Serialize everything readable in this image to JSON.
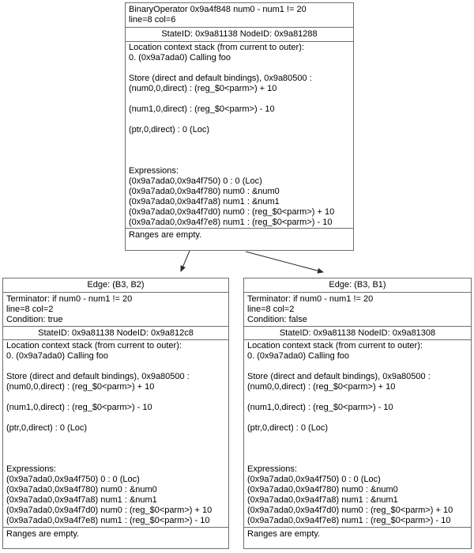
{
  "diagram": {
    "background_color": "#ffffff",
    "node_border_color": "#6f6f6f",
    "edge_color": "#2b2b2b",
    "edges": [
      {
        "name": "top-to-left-edge",
        "from": "node-binary-operator",
        "to": "edge-node-b3-b2"
      },
      {
        "name": "top-to-right-edge",
        "from": "node-binary-operator",
        "to": "edge-node-b3-b1"
      }
    ]
  },
  "nodes": {
    "top": {
      "title": "BinaryOperator 0x9a4f848 num0 - num1 != 20\nline=8 col=6",
      "state_id": "StateID: 0x9a81138 NodeID: 0x9a81288",
      "body": "Location context stack (from current to outer):\n0. (0x9a7ada0) Calling foo\n\nStore (direct and default bindings), 0x9a80500 :\n(num0,0,direct) : (reg_$0<parm>) + 10\n\n(num1,0,direct) : (reg_$0<parm>) - 10\n\n(ptr,0,direct) : 0 (Loc)\n\n\n\nExpressions:\n(0x9a7ada0,0x9a4f750) 0 : 0 (Loc)\n(0x9a7ada0,0x9a4f780) num0 : &num0\n(0x9a7ada0,0x9a4f7a8) num1 : &num1\n(0x9a7ada0,0x9a4f7d0) num0 : (reg_$0<parm>) + 10\n(0x9a7ada0,0x9a4f7e8) num1 : (reg_$0<parm>) - 10",
      "ranges": "Ranges are empty."
    },
    "left": {
      "header": "Edge: (B3, B2)",
      "terminator": "Terminator: if num0 - num1 != 20\nline=8 col=2\nCondition: true",
      "state_id": "StateID: 0x9a81138 NodeID: 0x9a812c8",
      "body": "Location context stack (from current to outer):\n0. (0x9a7ada0) Calling foo\n\nStore (direct and default bindings), 0x9a80500 :\n(num0,0,direct) : (reg_$0<parm>) + 10\n\n(num1,0,direct) : (reg_$0<parm>) - 10\n\n(ptr,0,direct) : 0 (Loc)\n\n\n\nExpressions:\n(0x9a7ada0,0x9a4f750) 0 : 0 (Loc)\n(0x9a7ada0,0x9a4f780) num0 : &num0\n(0x9a7ada0,0x9a4f7a8) num1 : &num1\n(0x9a7ada0,0x9a4f7d0) num0 : (reg_$0<parm>) + 10\n(0x9a7ada0,0x9a4f7e8) num1 : (reg_$0<parm>) - 10",
      "ranges": "Ranges are empty."
    },
    "right": {
      "header": "Edge: (B3, B1)",
      "terminator": "Terminator: if num0 - num1 != 20\nline=8 col=2\nCondition: false",
      "state_id": "StateID: 0x9a81138 NodeID: 0x9a81308",
      "body": "Location context stack (from current to outer):\n0. (0x9a7ada0) Calling foo\n\nStore (direct and default bindings), 0x9a80500 :\n(num0,0,direct) : (reg_$0<parm>) + 10\n\n(num1,0,direct) : (reg_$0<parm>) - 10\n\n(ptr,0,direct) : 0 (Loc)\n\n\n\nExpressions:\n(0x9a7ada0,0x9a4f750) 0 : 0 (Loc)\n(0x9a7ada0,0x9a4f780) num0 : &num0\n(0x9a7ada0,0x9a4f7a8) num1 : &num1\n(0x9a7ada0,0x9a4f7d0) num0 : (reg_$0<parm>) + 10\n(0x9a7ada0,0x9a4f7e8) num1 : (reg_$0<parm>) - 10",
      "ranges": "Ranges are empty."
    }
  }
}
